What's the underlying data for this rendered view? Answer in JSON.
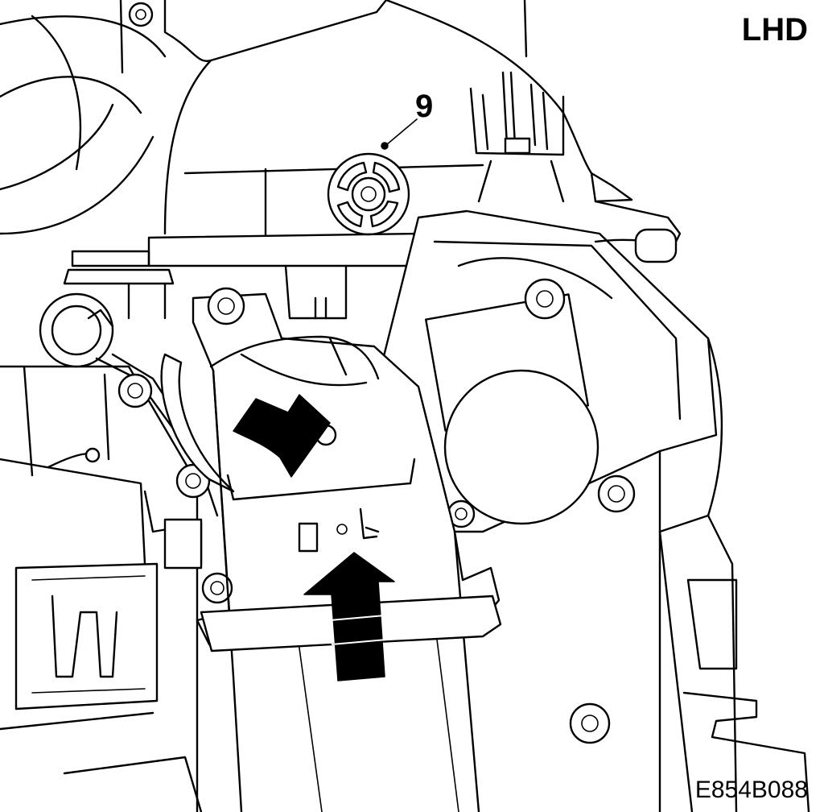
{
  "region_label": "LHD",
  "callout": {
    "number": "9"
  },
  "figure_id": "E854B088",
  "icons": {
    "insert_arrow": "curved-arrow-icon",
    "push_arrow": "up-arrow-icon"
  },
  "colors": {
    "ink": "#000000",
    "paper": "#ffffff"
  }
}
